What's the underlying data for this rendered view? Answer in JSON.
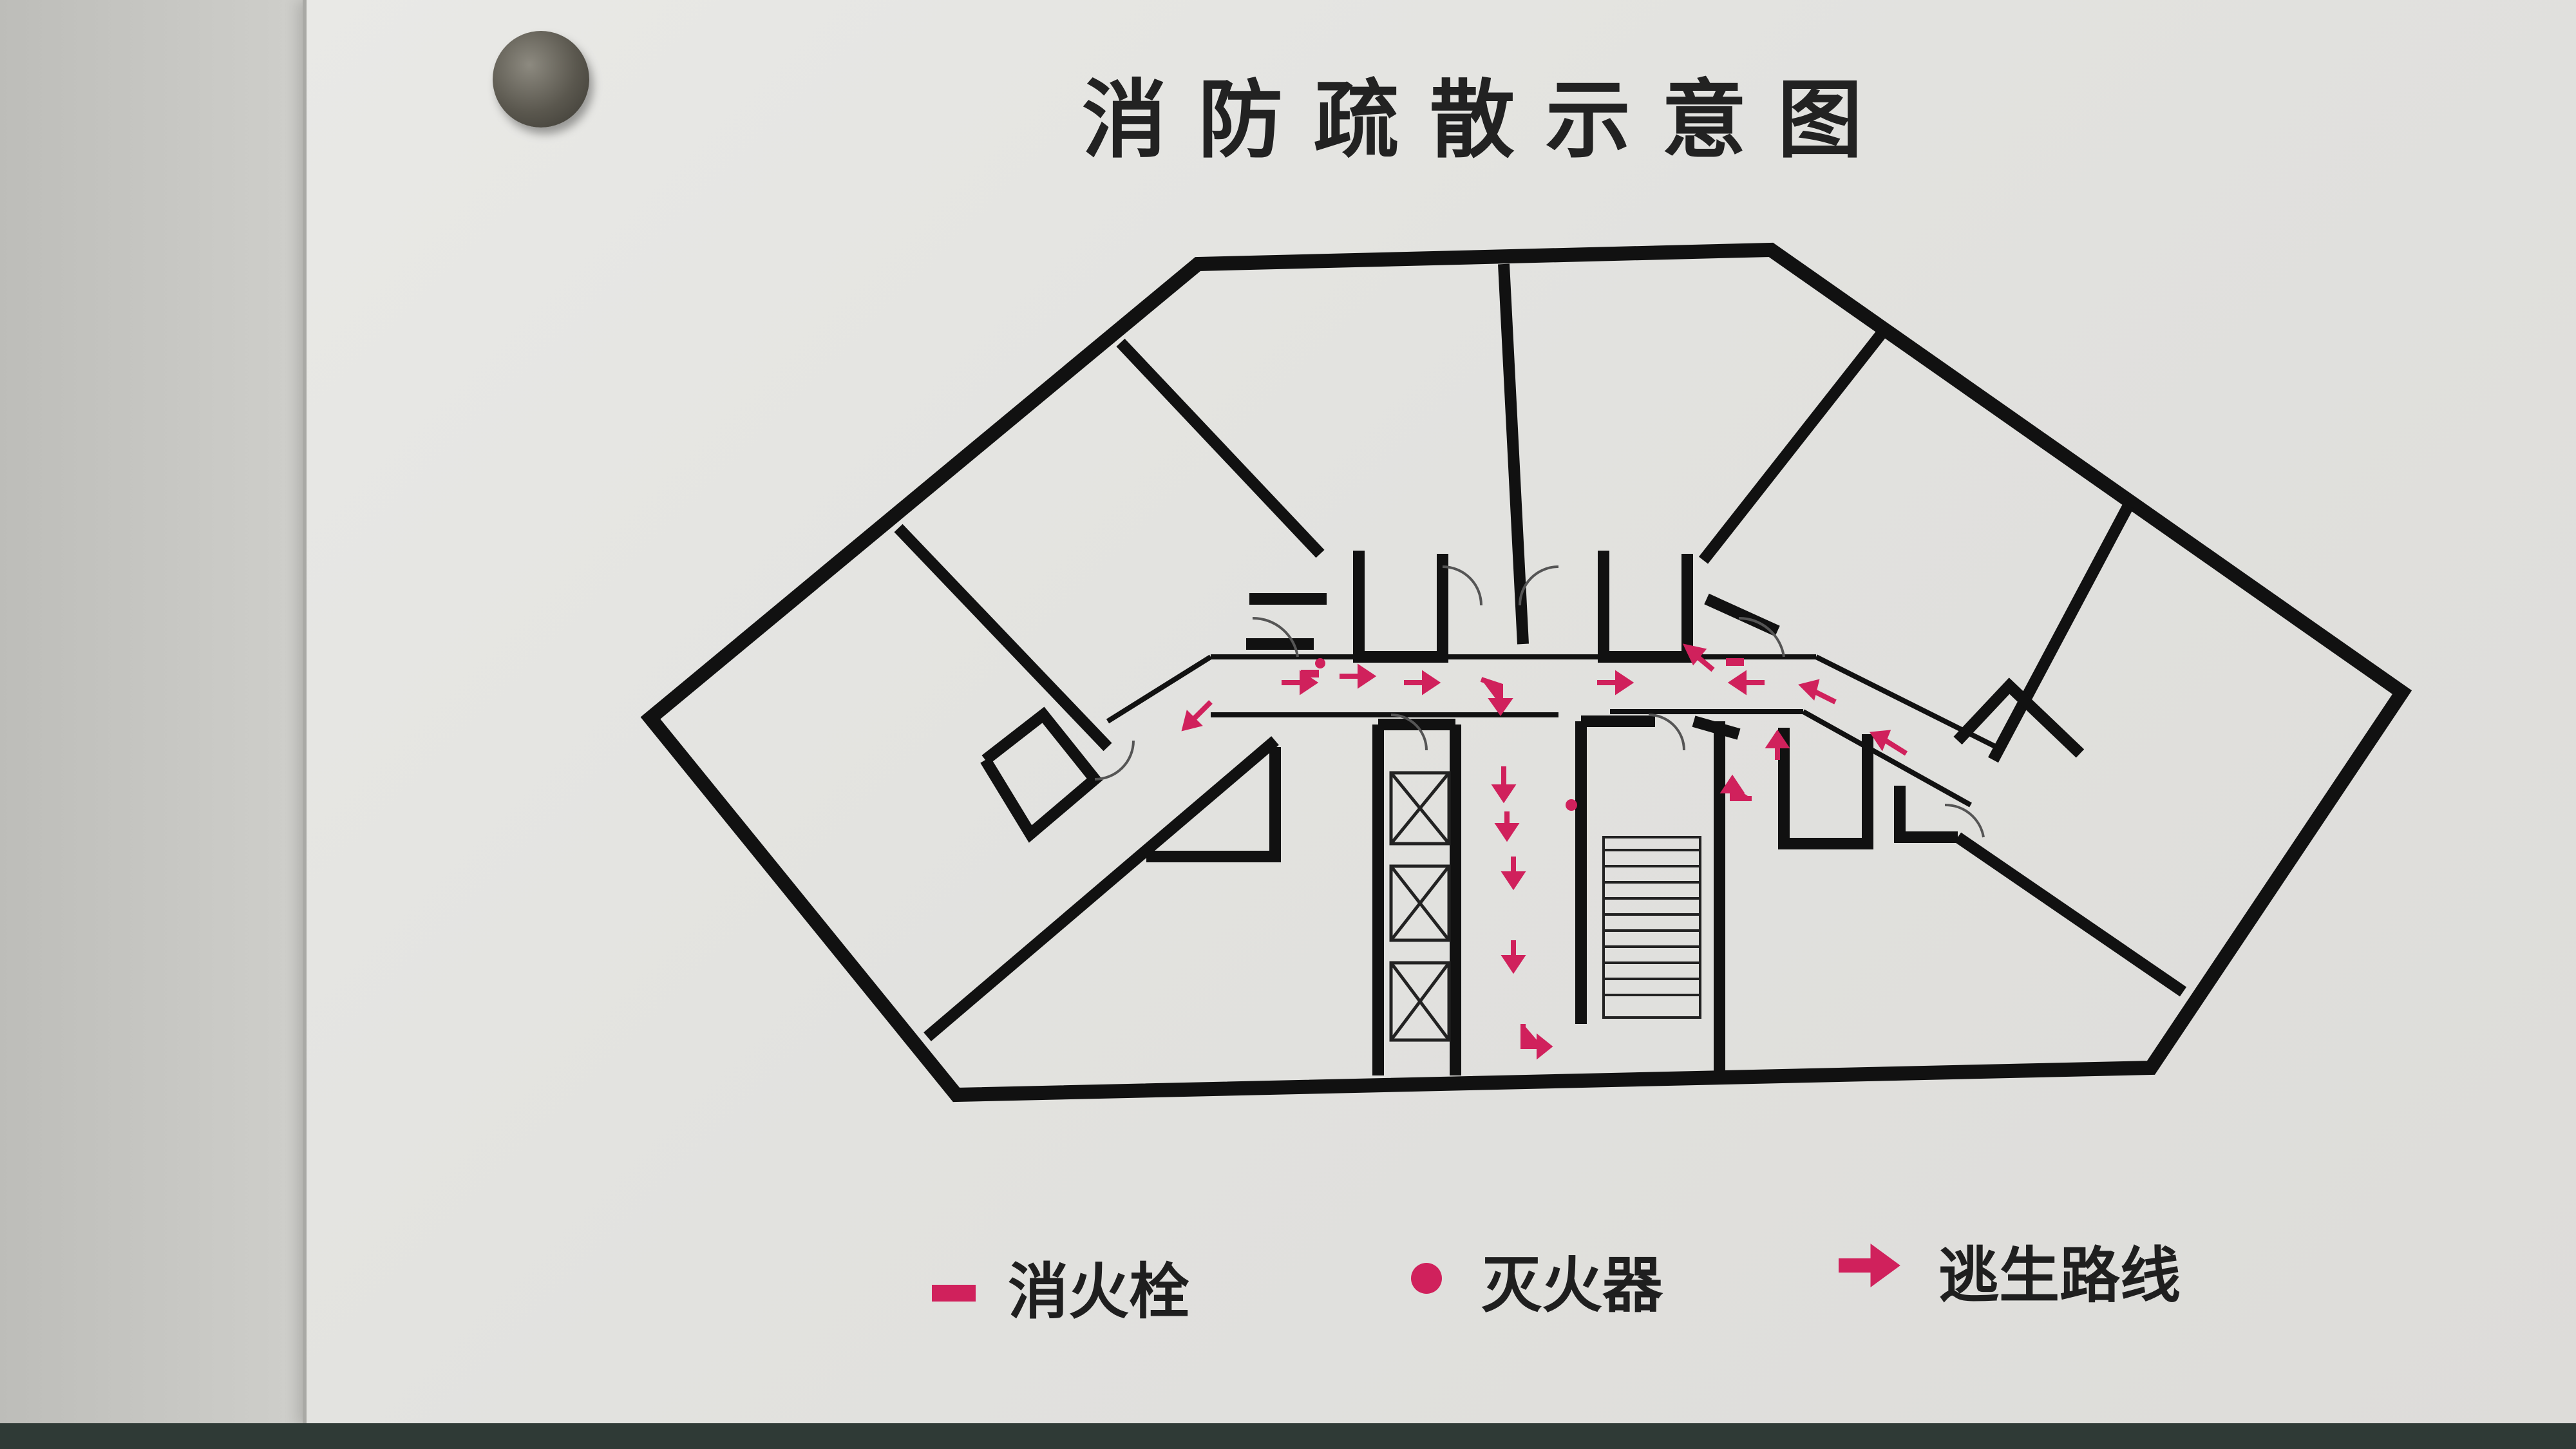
{
  "sign": {
    "title": "消防疏散示意图"
  },
  "legend": {
    "hydrant_label": "消火栓",
    "extinguisher_label": "灭火器",
    "route_label": "逃生路线"
  },
  "colors": {
    "route": "#d0215c",
    "walls": "#111111",
    "panel": "#e5e5e2"
  }
}
